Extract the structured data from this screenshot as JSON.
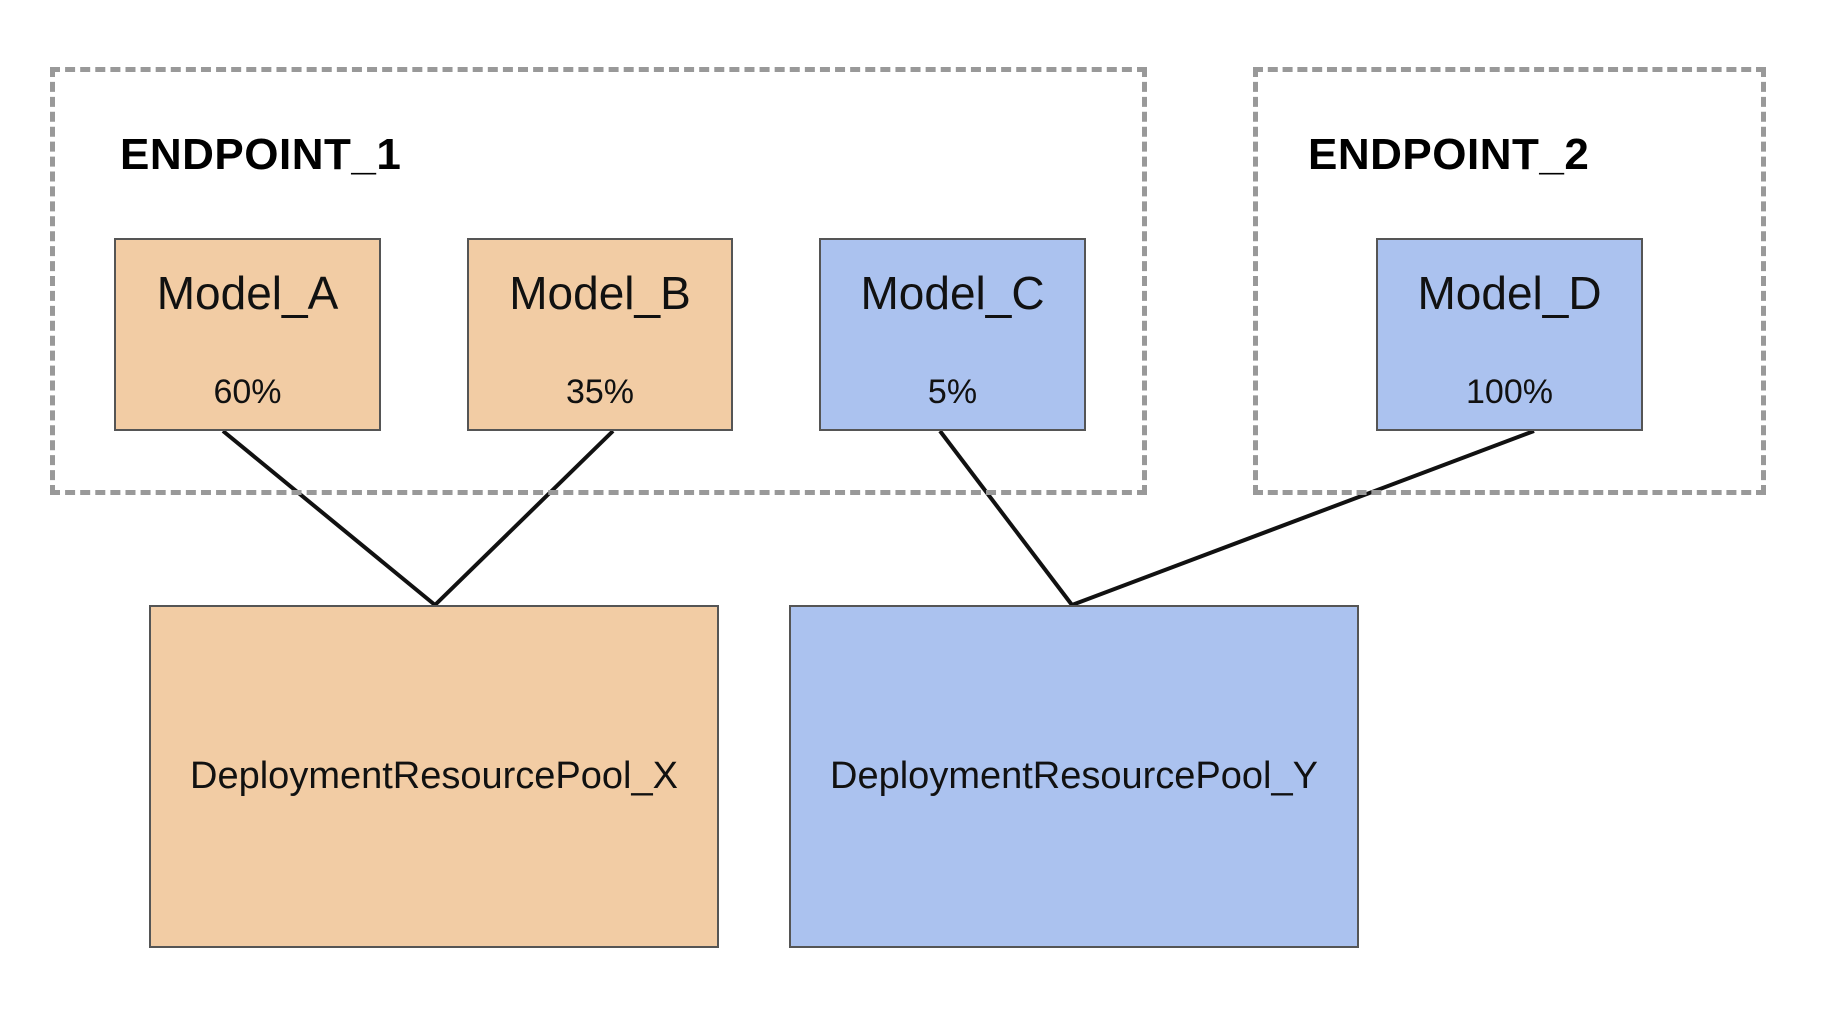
{
  "colors": {
    "pool_x": "#f2cca4",
    "pool_y": "#abc2ef",
    "dashed_border": "#999999",
    "connector": "#111111"
  },
  "endpoints": [
    {
      "title": "ENDPOINT_1"
    },
    {
      "title": "ENDPOINT_2"
    }
  ],
  "models": [
    {
      "name": "Model_A",
      "traffic": "60%",
      "pool": "pool_x"
    },
    {
      "name": "Model_B",
      "traffic": "35%",
      "pool": "pool_x"
    },
    {
      "name": "Model_C",
      "traffic": "5%",
      "pool": "pool_y"
    },
    {
      "name": "Model_D",
      "traffic": "100%",
      "pool": "pool_y"
    }
  ],
  "pools": [
    {
      "id": "pool_x",
      "name": "DeploymentResourcePool_X"
    },
    {
      "id": "pool_y",
      "name": "DeploymentResourcePool_Y"
    }
  ]
}
